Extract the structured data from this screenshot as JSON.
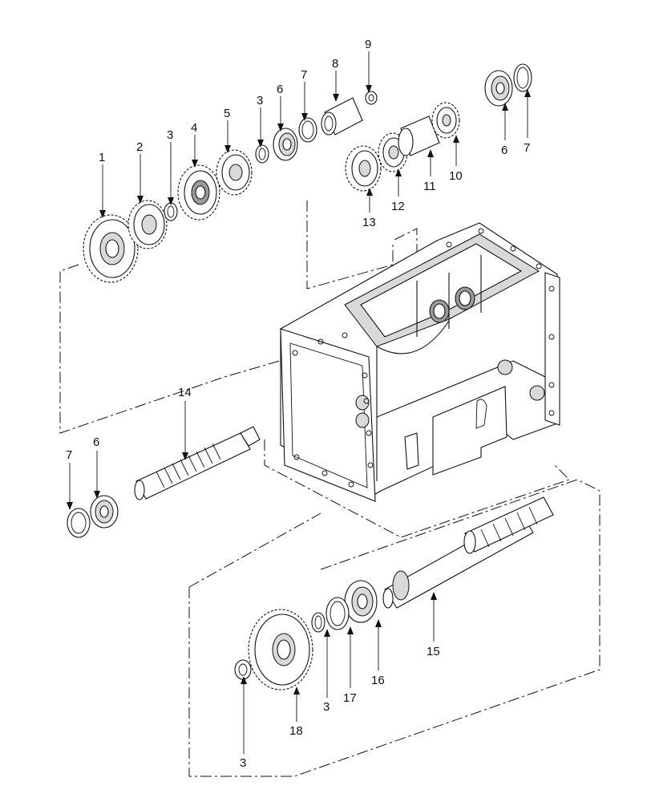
{
  "callouts": [
    {
      "id": "c1",
      "text": "1"
    },
    {
      "id": "c2",
      "text": "2"
    },
    {
      "id": "c3a",
      "text": "3"
    },
    {
      "id": "c4",
      "text": "4"
    },
    {
      "id": "c5",
      "text": "5"
    },
    {
      "id": "c3b",
      "text": "3"
    },
    {
      "id": "c6a",
      "text": "6"
    },
    {
      "id": "c7a",
      "text": "7"
    },
    {
      "id": "c8",
      "text": "8"
    },
    {
      "id": "c9",
      "text": "9"
    },
    {
      "id": "c6b",
      "text": "6"
    },
    {
      "id": "c7b",
      "text": "7"
    },
    {
      "id": "c10",
      "text": "10"
    },
    {
      "id": "c11",
      "text": "11"
    },
    {
      "id": "c12",
      "text": "12"
    },
    {
      "id": "c13",
      "text": "13"
    },
    {
      "id": "c14",
      "text": "14"
    },
    {
      "id": "c7c",
      "text": "7"
    },
    {
      "id": "c6c",
      "text": "6"
    },
    {
      "id": "c15",
      "text": "15"
    },
    {
      "id": "c16",
      "text": "16"
    },
    {
      "id": "c17",
      "text": "17"
    },
    {
      "id": "c3c",
      "text": "3"
    },
    {
      "id": "c18",
      "text": "18"
    },
    {
      "id": "c3d",
      "text": "3"
    }
  ]
}
